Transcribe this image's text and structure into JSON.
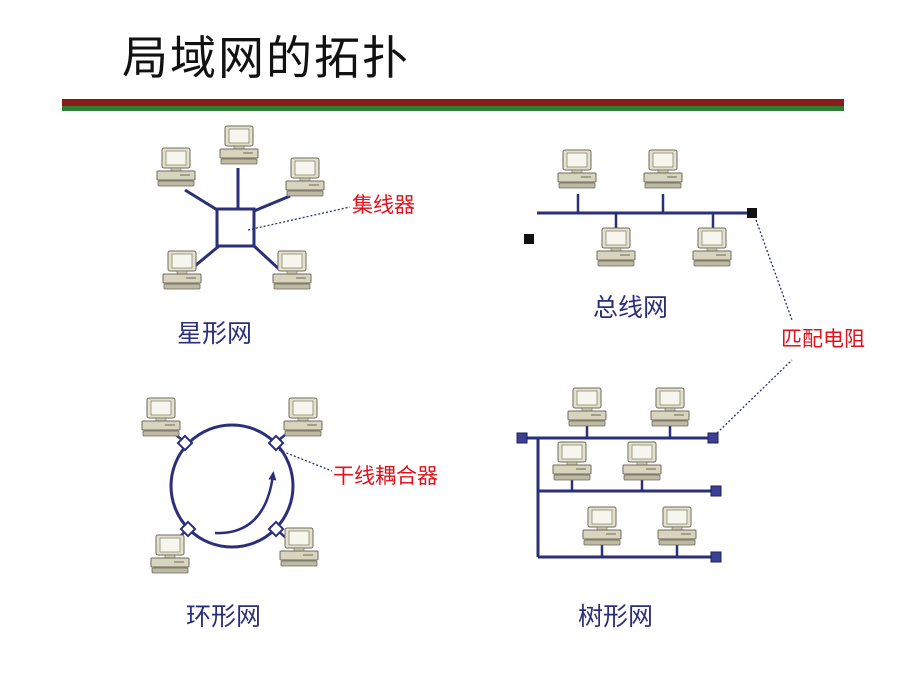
{
  "title": "局域网的拓扑",
  "labels": {
    "star": "星形网",
    "bus": "总线网",
    "ring": "环形网",
    "tree": "树形网"
  },
  "annotations": {
    "hub": "集线器",
    "terminator": "匹配电阻",
    "coupler": "干线耦合器"
  },
  "colors": {
    "line": "#2b2f7a",
    "annotation": "#e0121b",
    "label": "#2b2f7a",
    "rule_top": "#8b1a1a",
    "rule_bottom": "#2e7d32"
  }
}
